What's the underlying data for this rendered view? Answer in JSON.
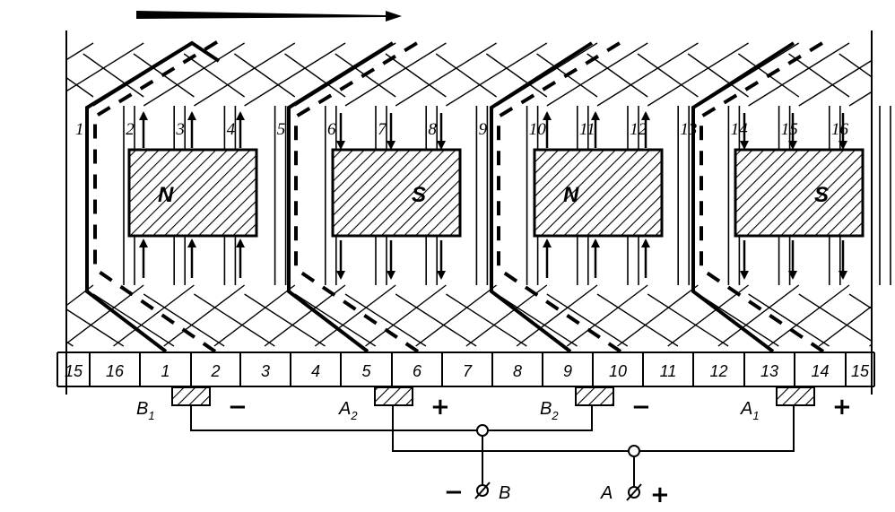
{
  "slot_labels": [
    "1",
    "2",
    "3",
    "4",
    "5",
    "6",
    "7",
    "8",
    "9",
    "10",
    "11",
    "12",
    "13",
    "14",
    "15",
    "16"
  ],
  "poles": [
    {
      "label": "N"
    },
    {
      "label": "S"
    },
    {
      "label": "N"
    },
    {
      "label": "S"
    }
  ],
  "commutator_labels": [
    "15",
    "16",
    "1",
    "2",
    "3",
    "4",
    "5",
    "6",
    "7",
    "8",
    "9",
    "10",
    "11",
    "12",
    "13",
    "14",
    "15"
  ],
  "brushes": [
    {
      "name": "B",
      "sub": "1",
      "sign": "−"
    },
    {
      "name": "A",
      "sub": "2",
      "sign": "+"
    },
    {
      "name": "B",
      "sub": "2",
      "sign": "−"
    },
    {
      "name": "A",
      "sub": "1",
      "sign": "+"
    }
  ],
  "terminals": [
    {
      "sign": "−",
      "name": "B"
    },
    {
      "name": "A",
      "sign": "+"
    }
  ]
}
